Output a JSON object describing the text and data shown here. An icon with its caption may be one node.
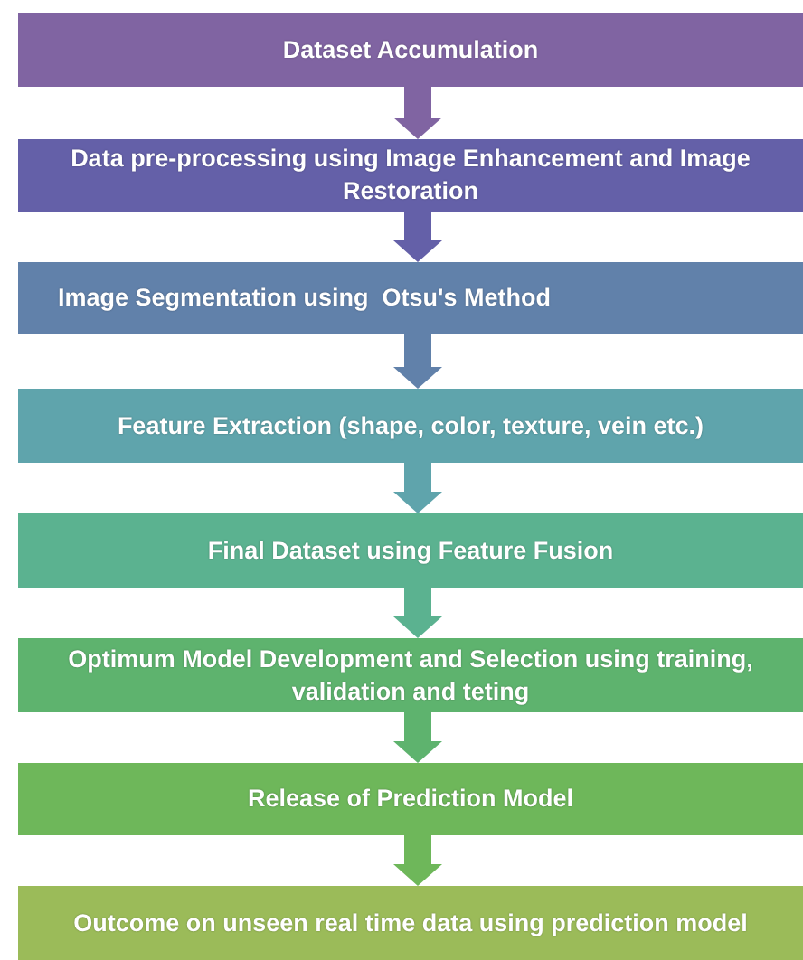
{
  "diagram": {
    "nodes": [
      {
        "text": [
          "Dataset Accumulation"
        ]
      },
      {
        "text": [
          "Data pre-processing using Image Enhancement and Image Restoration"
        ]
      },
      {
        "text": [
          "Image Segmentation using  Otsu's Method"
        ]
      },
      {
        "text": [
          "Feature Extraction (shape, color, texture, vein etc.)"
        ]
      },
      {
        "text": [
          "Final Dataset using Feature Fusion"
        ]
      },
      {
        "text": [
          "Optimum Model Development and Selection using training, validation and teting"
        ]
      },
      {
        "text": [
          "Release of Prediction Model"
        ]
      },
      {
        "text": [
          "Outcome on unseen real time data using prediction model"
        ]
      }
    ],
    "edges": [
      {
        "from": 0,
        "to": 1,
        "arrow": "to"
      },
      {
        "from": 1,
        "to": 2,
        "arrow": "to"
      },
      {
        "from": 2,
        "to": 3,
        "arrow": "to"
      },
      {
        "from": 3,
        "to": 4,
        "arrow": "to"
      },
      {
        "from": 4,
        "to": 5,
        "arrow": "to"
      },
      {
        "from": 5,
        "to": 6,
        "arrow": "to"
      },
      {
        "from": 6,
        "to": 7,
        "arrow": "to"
      }
    ]
  }
}
